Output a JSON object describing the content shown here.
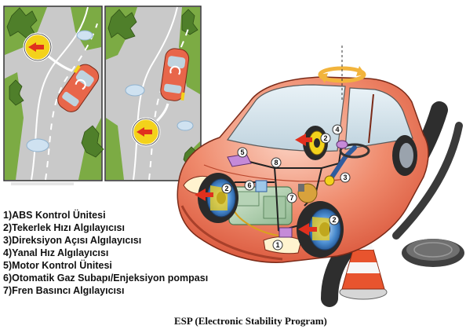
{
  "legend": {
    "items": [
      "1)ABS Kontrol Ünitesi",
      "2)Tekerlek Hızı Algılayıcısı",
      "3)Direksiyon Açısı Algılayıcısı",
      "4)Yanal Hız Algılayıcısı",
      "5)Motor Kontrol Ünitesi",
      "6)Otomatik Gaz Subapı/Enjeksiyon pompası",
      "7)Fren Basıncı Algılayıcısı"
    ]
  },
  "caption": "ESP (Electronic Stability Program)",
  "callouts": [
    "1",
    "2",
    "2",
    "2",
    "3",
    "4",
    "5",
    "6",
    "7",
    "8"
  ],
  "colors": {
    "road": "#9a9a9a",
    "grass": "#7cab44",
    "car_body": "#e8664a",
    "car_highlight": "#f6b8a4",
    "sensor_yellow": "#f3d21b",
    "arrow_red": "#e0301e",
    "wheel_blue": "#3d7fc6",
    "rotation_arrow": "#f2b43c",
    "cone_orange": "#e8542e"
  }
}
